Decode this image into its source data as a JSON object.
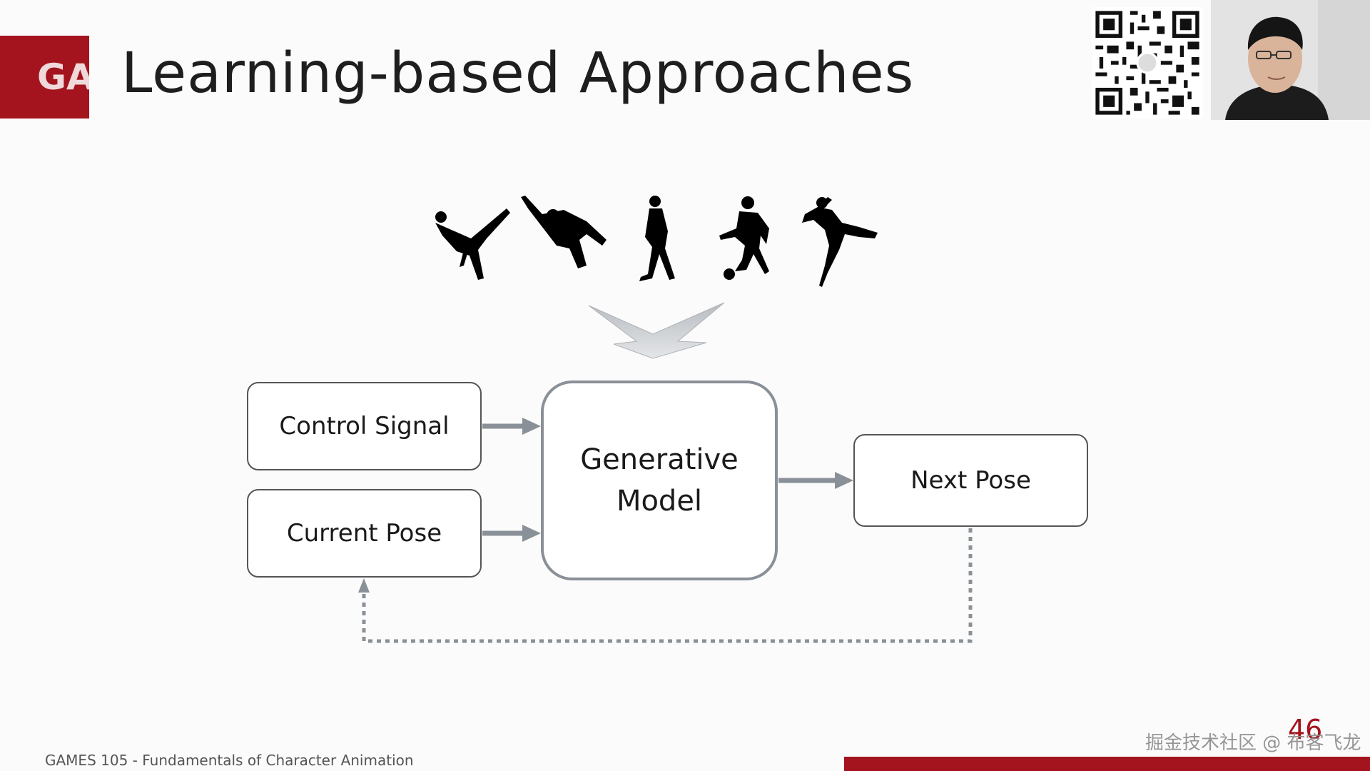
{
  "slide": {
    "logo_text": "GA",
    "title": "Learning-based Approaches",
    "page_number": "46",
    "footer": "GAMES 105 - Fundamentals of Character Animation",
    "watermark": "掘金技术社区 @ 布客飞龙"
  },
  "diagram": {
    "motion_icons": [
      "breakdance-icon",
      "flying-kick-icon",
      "walking-icon",
      "soccer-icon",
      "dance-leap-icon"
    ],
    "nodes": {
      "control_signal": "Control Signal",
      "current_pose": "Current Pose",
      "generative_model_line1": "Generative",
      "generative_model_line2": "Model",
      "next_pose": "Next Pose"
    }
  },
  "colors": {
    "brand_red": "#a4141e",
    "arrow_gray": "#8a9097"
  }
}
